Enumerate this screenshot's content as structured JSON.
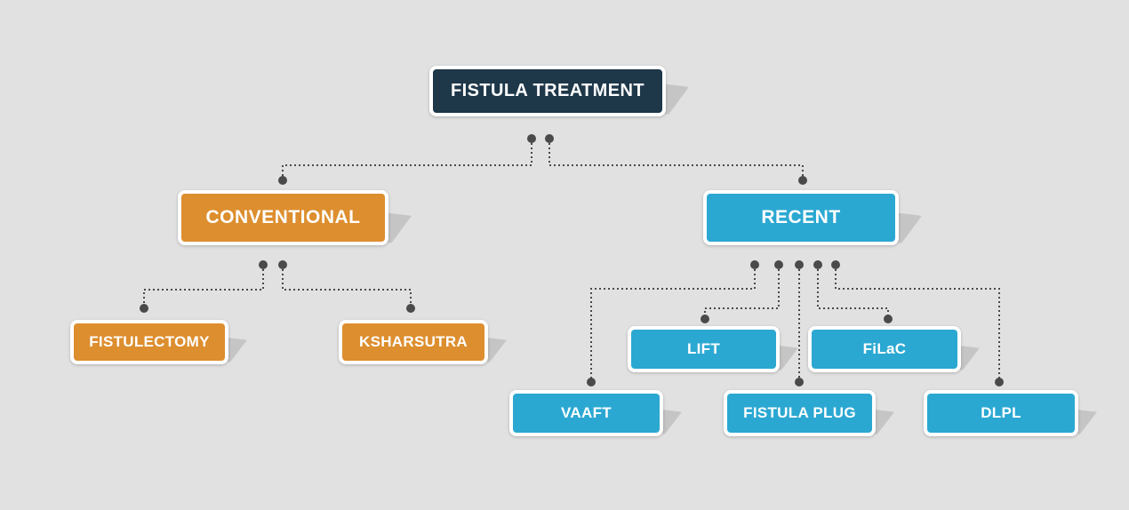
{
  "diagram": {
    "type": "tree",
    "colors": {
      "bg": "#e1e1e1",
      "root": "#1e3749",
      "orange": "#dd8e2e",
      "blue": "#2ba8d2",
      "connector": "#4a4a4a",
      "shadow": "#c3c3c3",
      "label": "#ffffff"
    },
    "root": {
      "label": "FISTULA TREATMENT"
    },
    "branches": [
      {
        "label": "CONVENTIONAL",
        "children": [
          {
            "label": "FISTULECTOMY"
          },
          {
            "label": "KSHARSUTRA"
          }
        ]
      },
      {
        "label": "RECENT",
        "children": [
          {
            "label": "VAAFT"
          },
          {
            "label": "LIFT"
          },
          {
            "label": "FISTULA PLUG"
          },
          {
            "label": "FiLaC"
          },
          {
            "label": "DLPL"
          }
        ]
      }
    ]
  }
}
